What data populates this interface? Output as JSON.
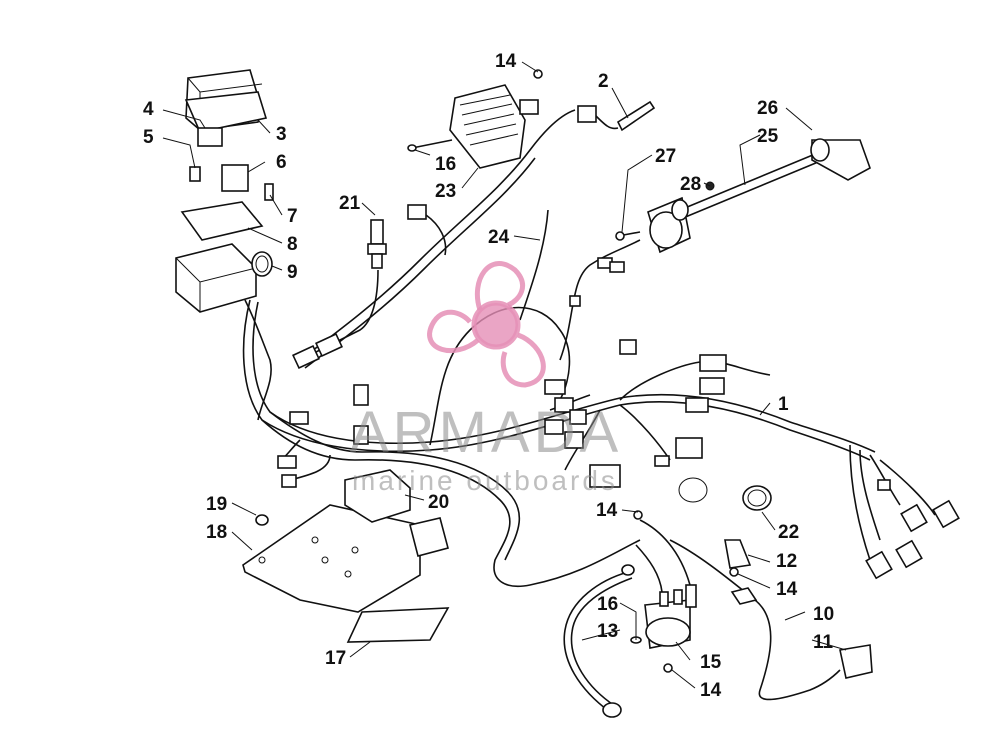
{
  "diagram": {
    "callouts": [
      "1",
      "2",
      "3",
      "4",
      "5",
      "6",
      "7",
      "8",
      "9",
      "10",
      "11",
      "12",
      "13",
      "14",
      "14",
      "14",
      "14",
      "15",
      "16",
      "16",
      "17",
      "18",
      "19",
      "20",
      "21",
      "22",
      "23",
      "24",
      "25",
      "26",
      "27",
      "28"
    ]
  },
  "watermark": {
    "title": "ARMADA",
    "subtitle": "marine outboards",
    "color": "#e58fb6"
  }
}
